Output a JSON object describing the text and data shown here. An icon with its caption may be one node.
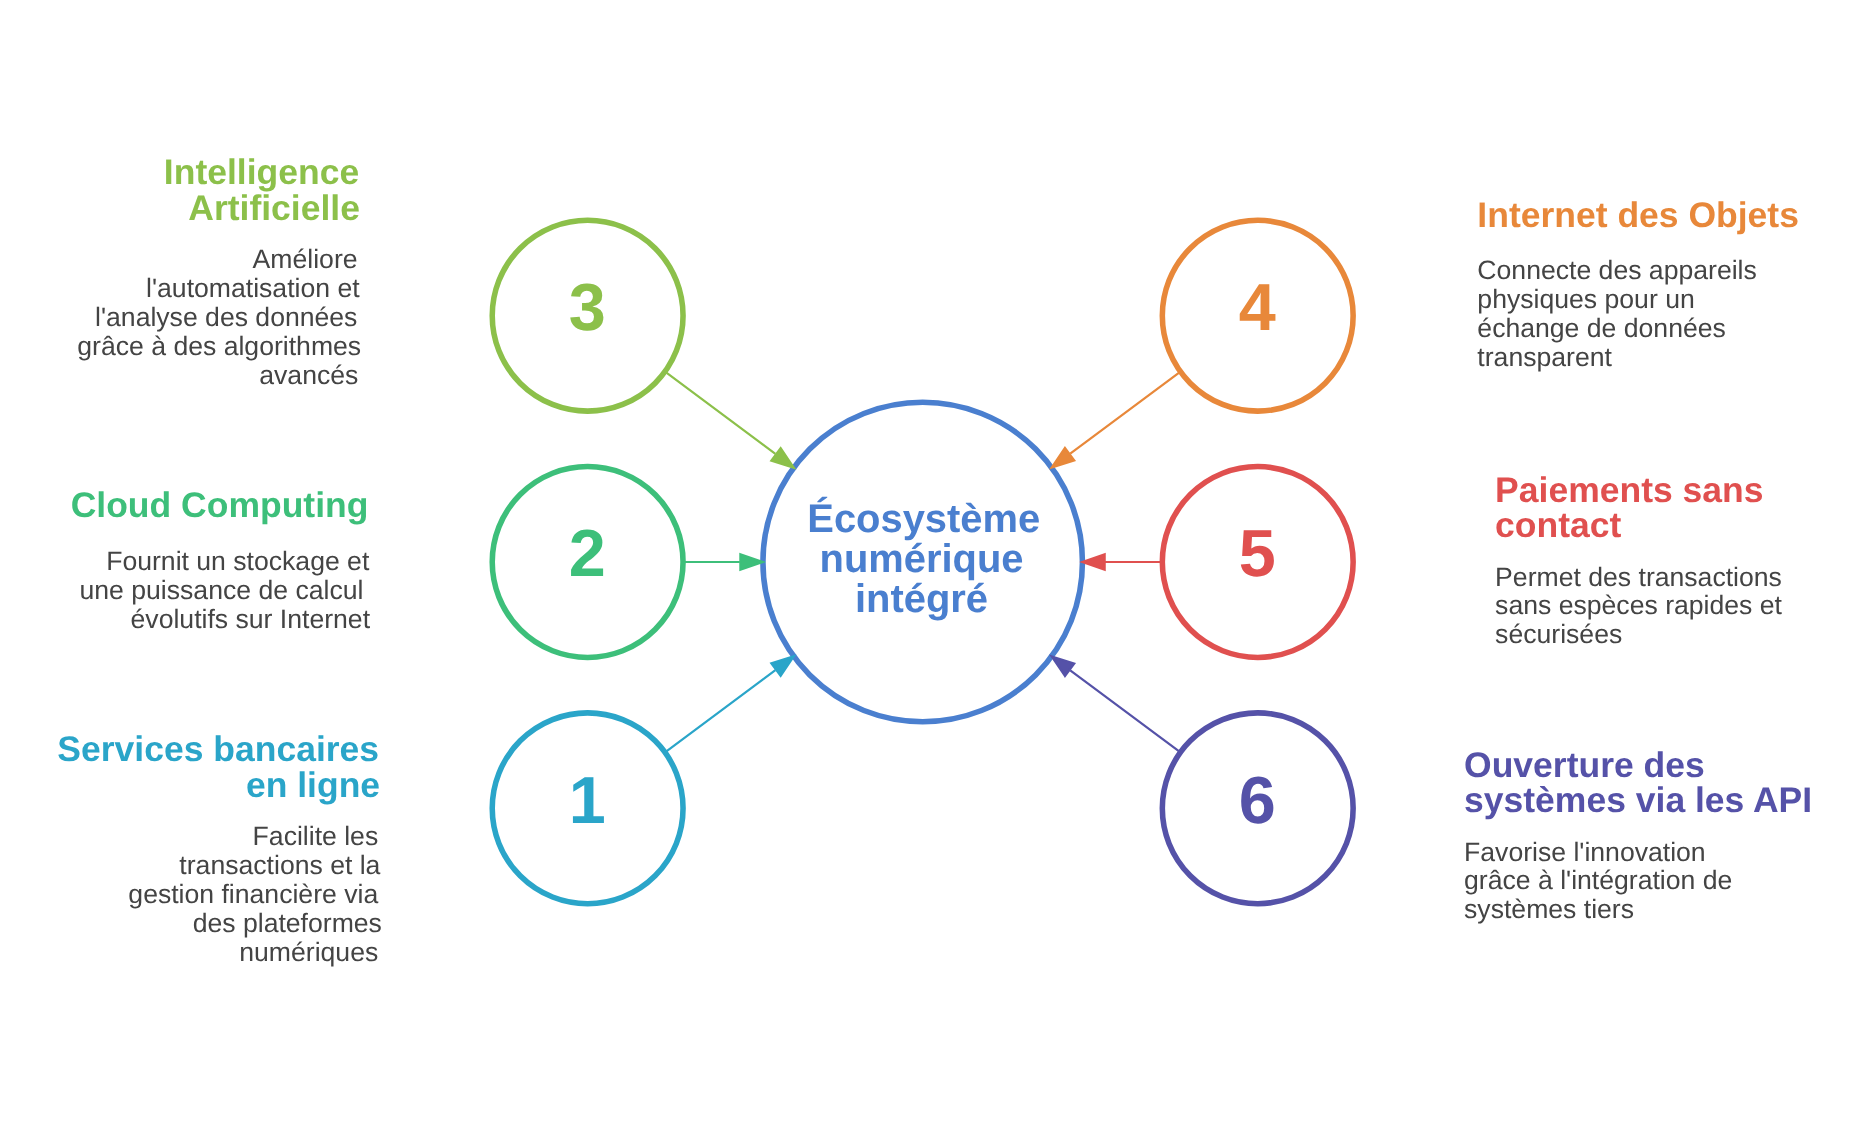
{
  "diagram": {
    "nodes": [
      {
        "text": [
          "3"
        ],
        "beside": [
          "Intelligence Artificielle",
          "Améliore l'automatisation et l'analyse des données grâce à des algorithmes avancés"
        ]
      },
      {
        "text": [
          "4"
        ],
        "beside": [
          "Internet des Objets",
          "Connecte des appareils physiques pour un échange de données transparent"
        ]
      },
      {
        "text": [
          "2"
        ],
        "beside": [
          "Cloud Computing",
          "Fournit un stockage et une puissance de calcul évolutifs sur Internet"
        ]
      },
      {
        "text": [
          "Écosystème numérique intégré"
        ]
      },
      {
        "text": [
          "5"
        ],
        "beside": [
          "Paiements sans contact",
          "Permet des transactions sans espèces rapides et sécurisées"
        ]
      },
      {
        "text": [
          "1"
        ],
        "beside": [
          "Services bancaires en ligne",
          "Facilite les transactions et la gestion financière via des plateformes numériques"
        ]
      },
      {
        "text": [
          "6"
        ],
        "beside": [
          "Ouverture des systèmes via les API",
          "Favorise l'innovation grâce à l'intégration de systèmes tiers"
        ]
      }
    ],
    "edges": [
      {
        "from": 0,
        "to": 3,
        "arrow": "to",
        "color": "#8cc04a"
      },
      {
        "from": 1,
        "to": 3,
        "arrow": "to",
        "color": "#e8883a"
      },
      {
        "from": 2,
        "to": 3,
        "arrow": "to",
        "color": "#3dbf7a"
      },
      {
        "from": 4,
        "to": 3,
        "arrow": "to",
        "color": "#e0504f"
      },
      {
        "from": 5,
        "to": 3,
        "arrow": "to",
        "color": "#2aa5c9"
      },
      {
        "from": 6,
        "to": 3,
        "arrow": "to",
        "color": "#5552a8"
      }
    ]
  }
}
